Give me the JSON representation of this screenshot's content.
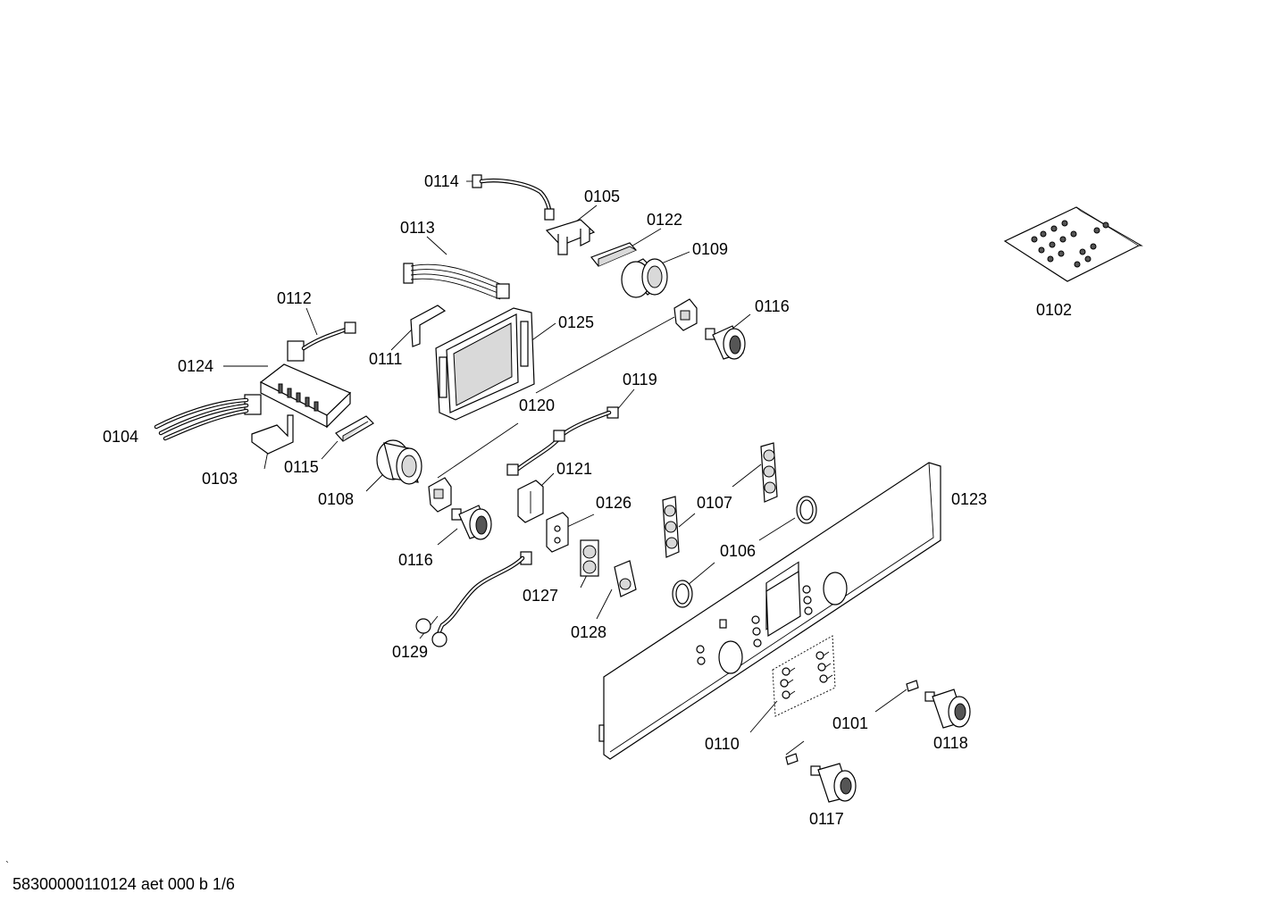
{
  "labels": {
    "p0101": "0101",
    "p0102": "0102",
    "p0103": "0103",
    "p0104": "0104",
    "p0105": "0105",
    "p0106": "0106",
    "p0107": "0107",
    "p0108": "0108",
    "p0109": "0109",
    "p0110": "0110",
    "p0111": "0111",
    "p0112": "0112",
    "p0113": "0113",
    "p0114": "0114",
    "p0115": "0115",
    "p0116a": "0116",
    "p0116b": "0116",
    "p0117": "0117",
    "p0118": "0118",
    "p0119": "0119",
    "p0120": "0120",
    "p0121": "0121",
    "p0122": "0122",
    "p0123": "0123",
    "p0124": "0124",
    "p0125": "0125",
    "p0126": "0126",
    "p0127": "0127",
    "p0128": "0128",
    "p0129": "0129"
  },
  "footer": {
    "text": "58300000110124 aet 000 b 1/6",
    "mark": "`"
  }
}
